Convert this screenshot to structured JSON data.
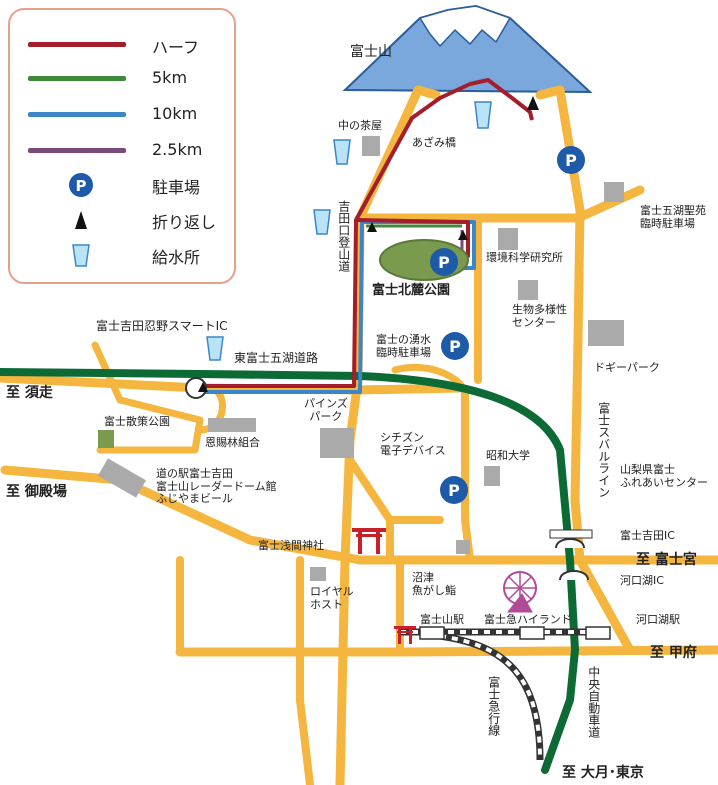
{
  "legend": {
    "items": [
      {
        "label": "ハーフ",
        "color": "#a31d2a",
        "kind": "line"
      },
      {
        "label": "5km",
        "color": "#3f8a3a",
        "kind": "line"
      },
      {
        "label": "10km",
        "color": "#3a86c8",
        "kind": "line"
      },
      {
        "label": "2.5km",
        "color": "#7a4b78",
        "kind": "line"
      },
      {
        "label": "駐車場",
        "color": "#1d5aa8",
        "kind": "parking"
      },
      {
        "label": "折り返し",
        "color": "#111111",
        "kind": "turn"
      },
      {
        "label": "給水所",
        "color": "#8fd3f1",
        "kind": "water"
      }
    ]
  },
  "colors": {
    "road": "#f5b640",
    "expressway": "#0c6b34",
    "mountain": "#7aa8dc",
    "building": "#aaaaaa",
    "park": "#7a9a4e",
    "parking": "#1d5aa8",
    "shrine": "#c8202a"
  },
  "places": {
    "mt_fuji": "富士山",
    "naka_chaya": "中の茶屋",
    "azami_bridge": "あざみ橋",
    "fujiyoshida_trail": "吉田口登山道",
    "kitafumoto_park": "富士北麓公園",
    "env_institute": "環境科学研究所",
    "fujigoko_seien": "富士五湖聖苑\n臨時駐車場",
    "biodiversity": "生物多様性\nセンター",
    "wakimizu_parking": "富士の湧水\n臨時駐車場",
    "smart_ic": "富士吉田忍野スマートIC",
    "higashi_fujigoko": "東富士五湖道路",
    "doggy_park": "ドギーパーク",
    "subaru_line": "富士スバルライン",
    "yamanashi_fureai": "山梨県富士\nふれあいセンター",
    "sansaku_park": "富士散策公園",
    "onshirin": "恩賜林組合",
    "pines_park": "パインズ\nパーク",
    "citizen": "シチズン\n電子デバイス",
    "showa_univ": "昭和大学",
    "michinoeki": "道の駅富士吉田\n富士山レーダードーム館\nふじやまビール",
    "sengen_shrine": "富士浅間神社",
    "royal_host": "ロイヤル\nホスト",
    "numazu_sushi": "沼津\n魚がし鮨",
    "fujiyoshida_ic": "富士吉田IC",
    "kawaguchiko_ic": "河口湖IC",
    "fujisan_station": "富士山駅",
    "highland": "富士急ハイランド",
    "kawaguchiko_station": "河口湖駅",
    "fujikyu_line": "富士急行線",
    "chuo_expressway": "中央自動車道"
  },
  "destinations": {
    "subashiri": "至 須走",
    "gotemba": "至 御殿場",
    "fujinomiya": "至 富士宮",
    "kofu": "至 甲府",
    "otsuki_tokyo": "至 大月･東京"
  }
}
